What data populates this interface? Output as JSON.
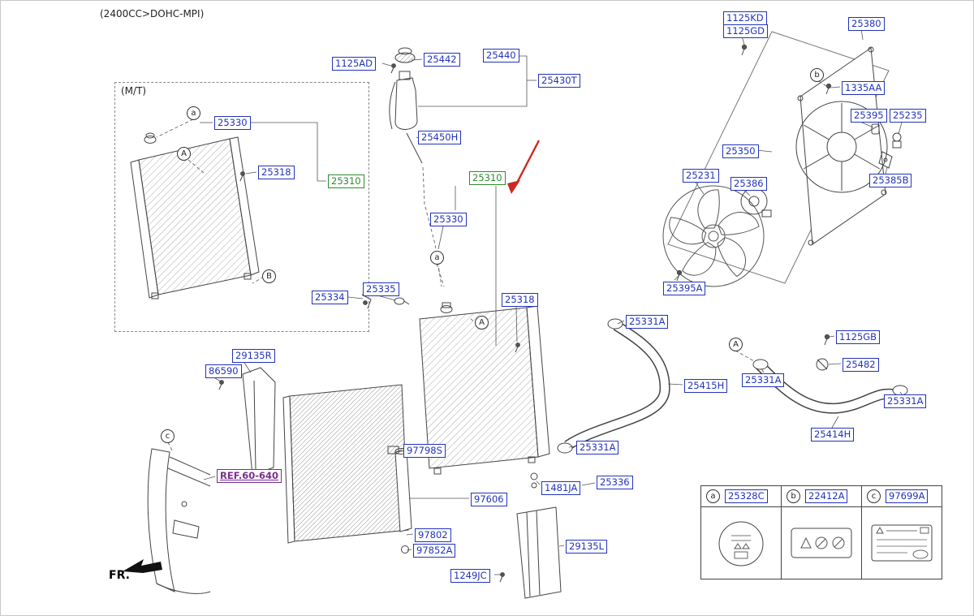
{
  "page": {
    "engine_label": "(2400CC>DOHC-MPI)",
    "transmission_label": "(M/T)",
    "fr_label": "FR.",
    "ref_link_label": "REF.60-640"
  },
  "colors": {
    "label-blue": "#2233bb",
    "highlight-green": "#2e8b2e",
    "ref-purple": "#7b2d8e",
    "arrow-red": "#cc2a20",
    "line-gray": "#444444"
  },
  "labels": {
    "top_1125AD": "1125AD",
    "top_25442": "25442",
    "top_25440": "25440",
    "top_25430T": "25430T",
    "top_25450H": "25450H",
    "mt_25330": "25330",
    "mt_25318": "25318",
    "mt_25310": "25310",
    "center_25310": "25310",
    "center_25330": "25330",
    "center_25334": "25334",
    "center_25335": "25335",
    "center_25318": "25318",
    "center_25331A_upper": "25331A",
    "center_25415H": "25415H",
    "center_25331A_lower": "25331A",
    "center_1481JA": "1481JA",
    "center_25336": "25336",
    "left_29135R": "29135R",
    "left_86590": "86590",
    "cond_97798S": "97798S",
    "cond_97606": "97606",
    "cond_97802": "97802",
    "cond_97852A": "97852A",
    "cond_1249JC": "1249JC",
    "left_29135L": "29135L",
    "right_1125KD": "1125KD",
    "right_1125GD": "1125GD",
    "right_25380": "25380",
    "right_1335AA": "1335AA",
    "right_25395": "25395",
    "right_25235": "25235",
    "right_25350": "25350",
    "right_25231": "25231",
    "right_25386": "25386",
    "right_25385B": "25385B",
    "right_25395A": "25395A",
    "right_1125GB": "1125GB",
    "right_25482": "25482",
    "right_25331A_clamp1": "25331A",
    "right_25331A_clamp2": "25331A",
    "right_25414H": "25414H"
  },
  "callouts": {
    "a": "a",
    "A": "A",
    "B": "B",
    "b": "b",
    "c": "c"
  },
  "legend": {
    "items": [
      {
        "key": "a",
        "part": "25328C",
        "icon": "radiator-cap-warning-label"
      },
      {
        "key": "b",
        "part": "22412A",
        "icon": "fan-caution-label"
      },
      {
        "key": "c",
        "part": "97699A",
        "icon": "refrigerant-spec-label"
      }
    ]
  }
}
